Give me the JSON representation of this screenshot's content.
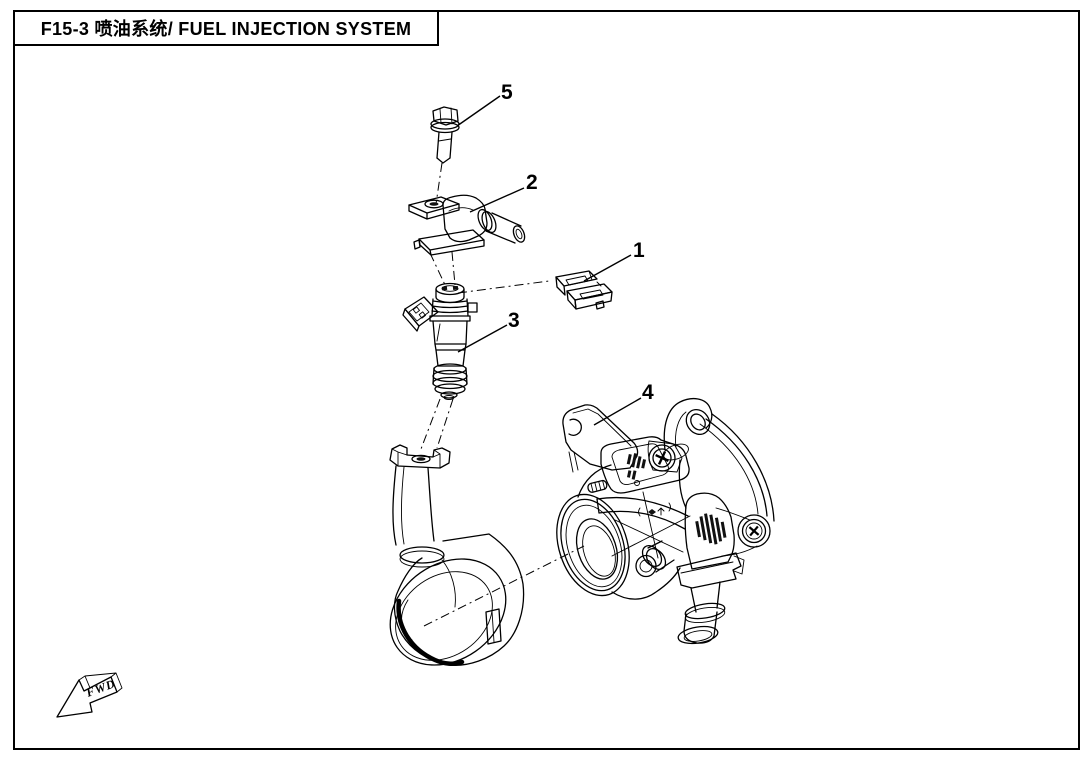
{
  "title_block": {
    "text": "F15-3 喷油系统/ FUEL INJECTION SYSTEM"
  },
  "callouts": {
    "1": {
      "label": "1"
    },
    "2": {
      "label": "2"
    },
    "3": {
      "label": "3"
    },
    "4": {
      "label": "4"
    },
    "5": {
      "label": "5"
    }
  },
  "direction_marker": {
    "label": "FWD"
  },
  "colors": {
    "ink": "#000000",
    "paper": "#ffffff"
  }
}
